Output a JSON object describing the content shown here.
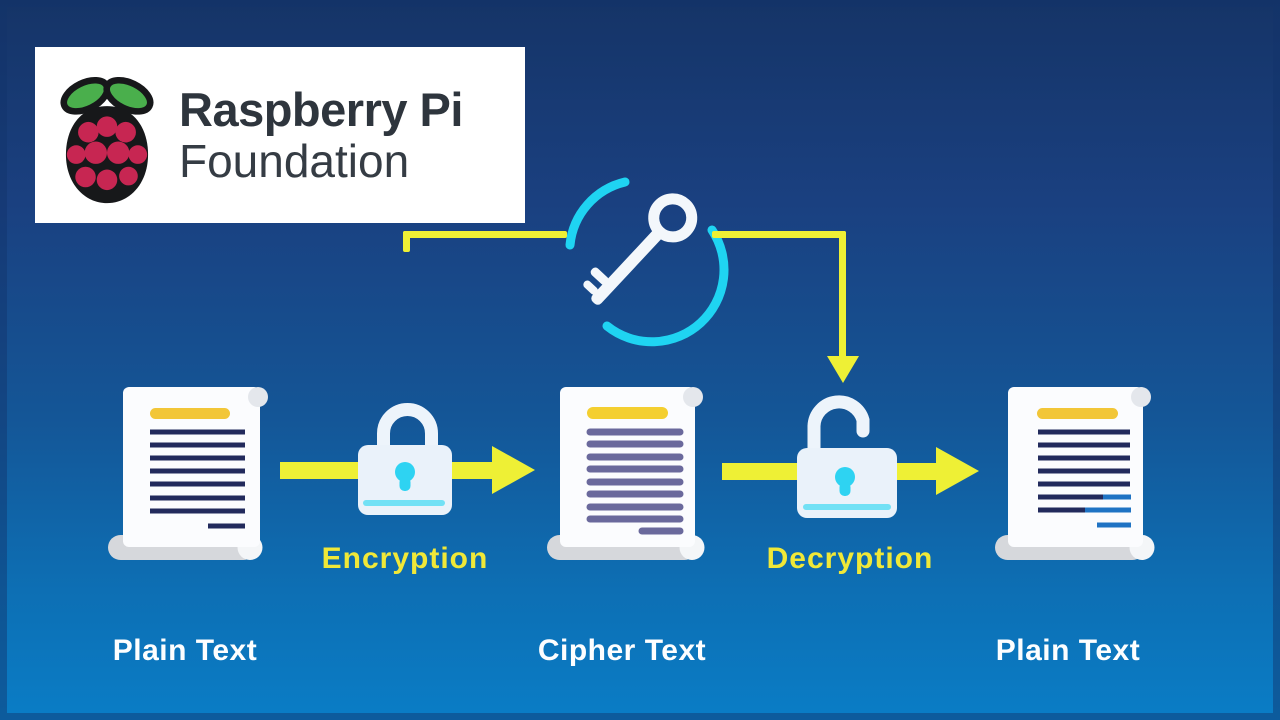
{
  "logo_card": {
    "title": "Raspberry Pi",
    "subtitle": "Foundation",
    "icon": "raspberry-pi-logo-icon"
  },
  "diagram": {
    "key_icon": "encryption-key-icon",
    "encryption_label": "Encryption",
    "decryption_label": "Decryption",
    "captions": {
      "left": "Plain Text",
      "middle": "Cipher Text",
      "right": "Plain Text"
    },
    "icons": [
      "plain-text-document-icon",
      "closed-padlock-icon",
      "cipher-text-document-icon",
      "open-padlock-icon",
      "plain-text-document-icon"
    ]
  },
  "colors": {
    "bg_top": "#153467",
    "bg_bottom": "#0a7dc6",
    "arrow_yellow": "#eef035",
    "label_yellow": "#f0e838",
    "cyan_accent": "#1fd4f2",
    "caption_white": "#fdfeff",
    "navy_line": "#222a5c",
    "purple_line": "#6a699c",
    "gold_bar": "#f2c638",
    "berry_pink": "#c72652",
    "leaf_green": "#4aaf4c",
    "logo_text": "#2e353d",
    "lock_body": "#eaf2fa",
    "document_white": "#fbfcfe"
  }
}
